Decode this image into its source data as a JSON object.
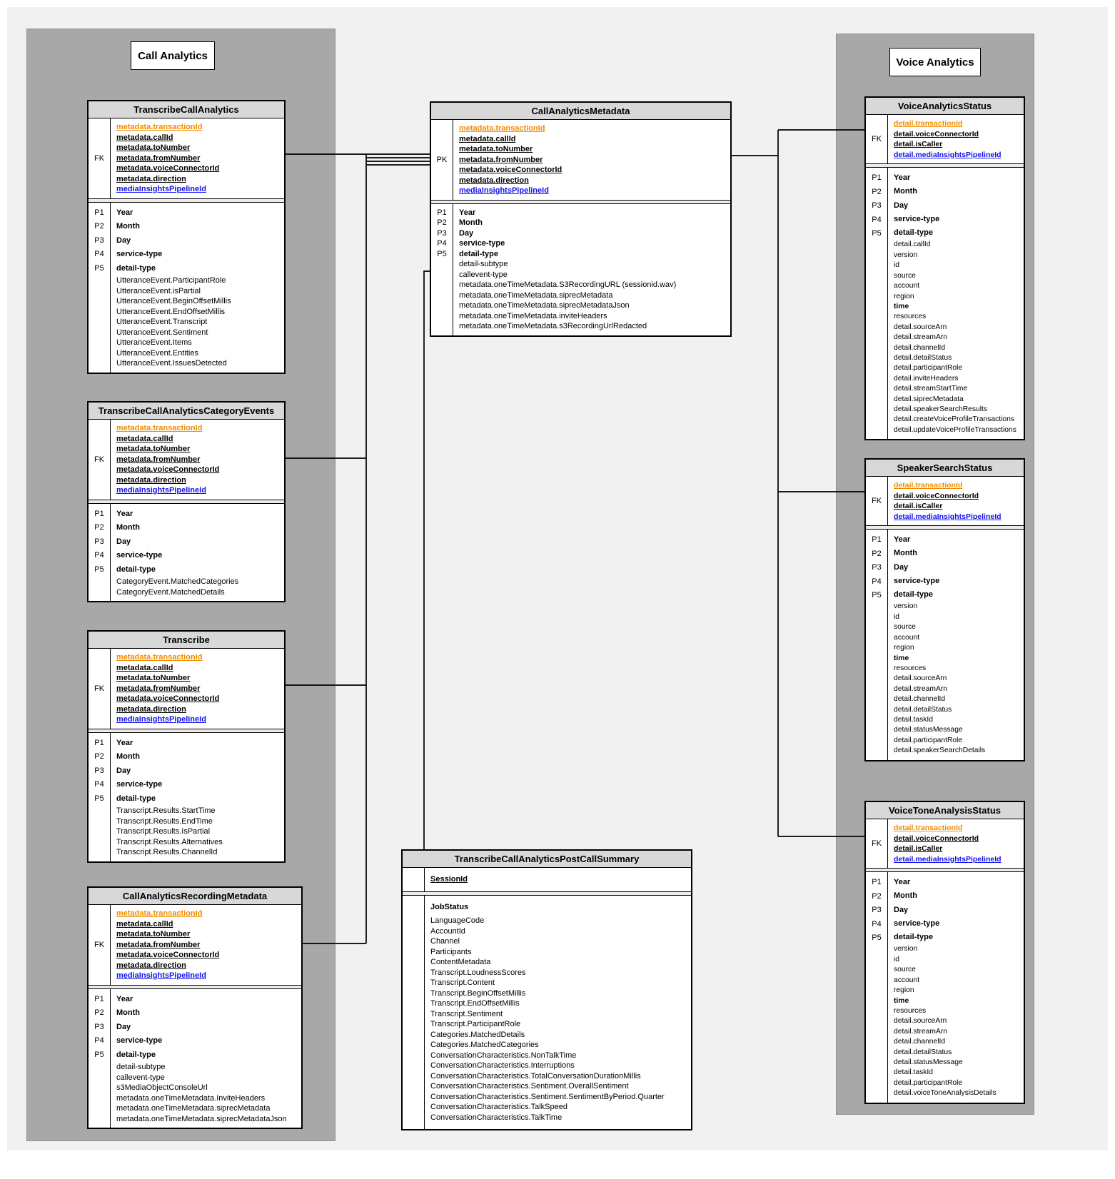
{
  "colors": {
    "orange": "#ef8c00",
    "blue": "#1212ee",
    "container_gray": "#a8a8a8",
    "title_bar_gray": "#d8d8d8",
    "canvas_gray": "#f1f1f1"
  },
  "groups": {
    "call": {
      "title": "Call Analytics"
    },
    "voice": {
      "title": "Voice Analytics"
    }
  },
  "diagram": {
    "tables": [
      {
        "id": "transcribeCallAnalytics",
        "title": "TranscribeCallAnalytics",
        "key_label": "FK",
        "keys": [
          {
            "text": "metadata.transactionId",
            "color": "orange"
          },
          {
            "text": "metadata.callId"
          },
          {
            "text": "metadata.toNumber"
          },
          {
            "text": "metadata.fromNumber"
          },
          {
            "text": "metadata.voiceConnectorId"
          },
          {
            "text": "metadata.direction"
          },
          {
            "text": "mediaInsightsPipelineId",
            "color": "blue"
          }
        ],
        "partitions": [
          {
            "label": "P1",
            "value": "Year"
          },
          {
            "label": "P2",
            "value": "Month"
          },
          {
            "label": "P3",
            "value": "Day"
          },
          {
            "label": "P4",
            "value": "service-type"
          },
          {
            "label": "P5",
            "value": "detail-type"
          }
        ],
        "attributes": [
          {
            "text": "UtteranceEvent.ParticipantRole"
          },
          {
            "text": "UtteranceEvent.isPartial"
          },
          {
            "text": "UtteranceEvent.BeginOffsetMillis"
          },
          {
            "text": "UtteranceEvent.EndOffsetMillis"
          },
          {
            "text": "UtteranceEvent.Transcript"
          },
          {
            "text": "UtteranceEvent.Sentiment"
          },
          {
            "text": "UtteranceEvent.Items"
          },
          {
            "text": "UtteranceEvent.Entities"
          },
          {
            "text": "UtteranceEvent.IssuesDetected"
          }
        ]
      },
      {
        "id": "categoryEvents",
        "title": "TranscribeCallAnalyticsCategoryEvents",
        "key_label": "FK",
        "keys": [
          {
            "text": "metadata.transactionId",
            "color": "orange"
          },
          {
            "text": "metadata.callId"
          },
          {
            "text": "metadata.toNumber"
          },
          {
            "text": "metadata.fromNumber"
          },
          {
            "text": "metadata.voiceConnectorId"
          },
          {
            "text": "metadata.direction"
          },
          {
            "text": "mediaInsightsPipelineId",
            "color": "blue"
          }
        ],
        "partitions": [
          {
            "label": "P1",
            "value": "Year"
          },
          {
            "label": "P2",
            "value": "Month"
          },
          {
            "label": "P3",
            "value": "Day"
          },
          {
            "label": "P4",
            "value": "service-type"
          },
          {
            "label": "P5",
            "value": "detail-type"
          }
        ],
        "attributes": [
          {
            "text": "CategoryEvent.MatchedCategories"
          },
          {
            "text": "CategoryEvent.MatchedDetails"
          }
        ]
      },
      {
        "id": "transcribe",
        "title": "Transcribe",
        "key_label": "FK",
        "keys": [
          {
            "text": "metadata.transactionId",
            "color": "orange"
          },
          {
            "text": "metadata.callId"
          },
          {
            "text": "metadata.toNumber"
          },
          {
            "text": "metadata.fromNumber"
          },
          {
            "text": "metadata.voiceConnectorId"
          },
          {
            "text": "metadata.direction"
          },
          {
            "text": "mediaInsightsPipelineId",
            "color": "blue"
          }
        ],
        "partitions": [
          {
            "label": "P1",
            "value": "Year"
          },
          {
            "label": "P2",
            "value": "Month"
          },
          {
            "label": "P3",
            "value": "Day"
          },
          {
            "label": "P4",
            "value": "service-type"
          },
          {
            "label": "P5",
            "value": "detail-type"
          }
        ],
        "attributes": [
          {
            "text": "Transcript.Results.StartTime"
          },
          {
            "text": "Transcript.Results.EndTime"
          },
          {
            "text": "Transcript.Results.IsPartial"
          },
          {
            "text": "Transcript.Results.Alternatives"
          },
          {
            "text": "Transcript.Results.ChannelId"
          }
        ]
      },
      {
        "id": "recordingMetadata",
        "title": "CallAnalyticsRecordingMetadata",
        "key_label": "FK",
        "keys": [
          {
            "text": "metadata.transactionId",
            "color": "orange"
          },
          {
            "text": "metadata.callId"
          },
          {
            "text": "metadata.toNumber"
          },
          {
            "text": "metadata.fromNumber"
          },
          {
            "text": "metadata.voiceConnectorId"
          },
          {
            "text": "metadata.direction"
          },
          {
            "text": "mediaInsightsPipelineId",
            "color": "blue"
          }
        ],
        "partitions": [
          {
            "label": "P1",
            "value": "Year"
          },
          {
            "label": "P2",
            "value": "Month"
          },
          {
            "label": "P3",
            "value": "Day"
          },
          {
            "label": "P4",
            "value": "service-type"
          },
          {
            "label": "P5",
            "value": "detail-type"
          }
        ],
        "attributes": [
          {
            "text": "detail-subtype"
          },
          {
            "text": "callevent-type"
          },
          {
            "text": "s3MediaObjectConsoleUrl"
          },
          {
            "text": "metadata.oneTimeMetadata.InviteHeaders"
          },
          {
            "text": "metadata.oneTimeMetadata.siprecMetadata"
          },
          {
            "text": "metadata.oneTimeMetadata.siprecMetadataJson"
          }
        ]
      },
      {
        "id": "callAnalyticsMetadata",
        "title": "CallAnalyticsMetadata",
        "key_label": "PK",
        "keys": [
          {
            "text": "metadata.transactionId",
            "color": "orange"
          },
          {
            "text": "metadata.callId"
          },
          {
            "text": "metadata.toNumber"
          },
          {
            "text": "metadata.fromNumber"
          },
          {
            "text": "metadata.voiceConnectorId"
          },
          {
            "text": "metadata.direction"
          },
          {
            "text": "mediaInsightsPipelineId",
            "color": "blue"
          }
        ],
        "partitions": [
          {
            "label": "P1",
            "value": "Year"
          },
          {
            "label": "P2",
            "value": "Month"
          },
          {
            "label": "P3",
            "value": "Day"
          },
          {
            "label": "P4",
            "value": "service-type"
          },
          {
            "label": "P5",
            "value": "detail-type"
          }
        ],
        "attributes": [
          {
            "text": "detail-subtype"
          },
          {
            "text": "callevent-type"
          },
          {
            "text": "metadata.oneTimeMetadata.S3RecordingURL (sessionid.wav)"
          },
          {
            "text": "metadata.oneTimeMetadata.siprecMetadata"
          },
          {
            "text": "metadata.oneTimeMetadata.siprecMetadataJson"
          },
          {
            "text": "metadata.oneTimeMetadata.inviteHeaders"
          },
          {
            "text": "metadata.oneTimeMetadata.s3RecordingUrlRedacted"
          }
        ]
      },
      {
        "id": "postCallSummary",
        "title": "TranscribeCallAnalyticsPostCallSummary",
        "key_label": "",
        "keys": [
          {
            "text": "SessionId"
          }
        ],
        "partitions": [],
        "attributes": [
          {
            "text": "JobStatus",
            "bold": true
          },
          {
            "text": "LanguageCode"
          },
          {
            "text": "AccountId"
          },
          {
            "text": "Channel"
          },
          {
            "text": "Participants"
          },
          {
            "text": "ContentMetadata"
          },
          {
            "text": "Transcript.LoudnessScores"
          },
          {
            "text": "Transcript.Content"
          },
          {
            "text": "Transcript.BeginOffsetMillis"
          },
          {
            "text": "Transcript.EndOffsetMillis"
          },
          {
            "text": "Transcript.Sentiment"
          },
          {
            "text": "Transcript.ParticipantRole"
          },
          {
            "text": "Categories.MatchedDetails"
          },
          {
            "text": "Categories.MatchedCategories"
          },
          {
            "text": "ConversationCharacteristics.NonTalkTime"
          },
          {
            "text": "ConversationCharacteristics.Interruptions"
          },
          {
            "text": "ConversationCharacteristics.TotalConversationDurationMillis"
          },
          {
            "text": "ConversationCharacteristics.Sentiment.OverallSentiment"
          },
          {
            "text": "ConversationCharacteristics.Sentiment.SentimentByPeriod.Quarter"
          },
          {
            "text": "ConversationCharacteristics.TalkSpeed"
          },
          {
            "text": "ConversationCharacteristics.TalkTime"
          }
        ]
      },
      {
        "id": "voiceAnalyticsStatus",
        "title": "VoiceAnalyticsStatus",
        "key_label": "FK",
        "keys": [
          {
            "text": "detail.transactionId",
            "color": "orange"
          },
          {
            "text": "detail.voiceConnectorId"
          },
          {
            "text": "detail.isCaller"
          },
          {
            "text": "detail.mediaInsightsPipelineId",
            "color": "blue"
          }
        ],
        "partitions": [
          {
            "label": "P1",
            "value": "Year"
          },
          {
            "label": "P2",
            "value": "Month"
          },
          {
            "label": "P3",
            "value": "Day"
          },
          {
            "label": "P4",
            "value": "service-type"
          },
          {
            "label": "P5",
            "value": "detail-type"
          }
        ],
        "attributes": [
          {
            "text": "detail.callId"
          },
          {
            "text": "version"
          },
          {
            "text": "id"
          },
          {
            "text": "source"
          },
          {
            "text": "account"
          },
          {
            "text": "region"
          },
          {
            "text": "time",
            "bold": true
          },
          {
            "text": "resources"
          },
          {
            "text": "detail.sourceArn"
          },
          {
            "text": "detail.streamArn"
          },
          {
            "text": "detail.channelId"
          },
          {
            "text": "detail.detailStatus"
          },
          {
            "text": "detail.participantRole"
          },
          {
            "text": "detail.inviteHeaders"
          },
          {
            "text": "detail.streamStartTime"
          },
          {
            "text": "detail.siprecMetadata"
          },
          {
            "text": "detail.speakerSearchResults"
          },
          {
            "text": "detail.createVoiceProfileTransactions"
          },
          {
            "text": "detail.updateVoiceProfileTransactions"
          }
        ]
      },
      {
        "id": "speakerSearchStatus",
        "title": "SpeakerSearchStatus",
        "key_label": "FK",
        "keys": [
          {
            "text": "detail.transactionId",
            "color": "orange"
          },
          {
            "text": "detail.voiceConnectorId"
          },
          {
            "text": "detail.isCaller"
          },
          {
            "text": "detail.mediaInsightsPipelineId",
            "color": "blue"
          }
        ],
        "partitions": [
          {
            "label": "P1",
            "value": "Year"
          },
          {
            "label": "P2",
            "value": "Month"
          },
          {
            "label": "P3",
            "value": "Day"
          },
          {
            "label": "P4",
            "value": "service-type"
          },
          {
            "label": "P5",
            "value": "detail-type"
          }
        ],
        "attributes": [
          {
            "text": "version"
          },
          {
            "text": "id"
          },
          {
            "text": "source"
          },
          {
            "text": "account"
          },
          {
            "text": "region"
          },
          {
            "text": "time",
            "bold": true
          },
          {
            "text": "resources"
          },
          {
            "text": "detail.sourceArn"
          },
          {
            "text": "detail.streamArn"
          },
          {
            "text": "detail.channelId"
          },
          {
            "text": "detail.detailStatus"
          },
          {
            "text": "detail.taskId"
          },
          {
            "text": "detail.statusMessage"
          },
          {
            "text": "detail.participantRole"
          },
          {
            "text": "detail.speakerSearchDetails"
          }
        ]
      },
      {
        "id": "voiceToneAnalysisStatus",
        "title": "VoiceToneAnalysisStatus",
        "key_label": "FK",
        "keys": [
          {
            "text": "detail.transactionId",
            "color": "orange"
          },
          {
            "text": "detail.voiceConnectorId"
          },
          {
            "text": "detail.isCaller"
          },
          {
            "text": "detail.mediaInsightsPipelineId",
            "color": "blue"
          }
        ],
        "partitions": [
          {
            "label": "P1",
            "value": "Year"
          },
          {
            "label": "P2",
            "value": "Month"
          },
          {
            "label": "P3",
            "value": "Day"
          },
          {
            "label": "P4",
            "value": "service-type"
          },
          {
            "label": "P5",
            "value": "detail-type"
          }
        ],
        "attributes": [
          {
            "text": "version"
          },
          {
            "text": "id"
          },
          {
            "text": "source"
          },
          {
            "text": "account"
          },
          {
            "text": "region"
          },
          {
            "text": "time",
            "bold": true
          },
          {
            "text": "resources"
          },
          {
            "text": "detail.sourceArn"
          },
          {
            "text": "detail.streamArn"
          },
          {
            "text": "detail.channelId"
          },
          {
            "text": "detail.detailStatus"
          },
          {
            "text": "detail.statusMessage"
          },
          {
            "text": "detail.taskId"
          },
          {
            "text": "detail.participantRole"
          },
          {
            "text": "detail.voiceToneAnalysisDetails"
          }
        ]
      }
    ]
  }
}
